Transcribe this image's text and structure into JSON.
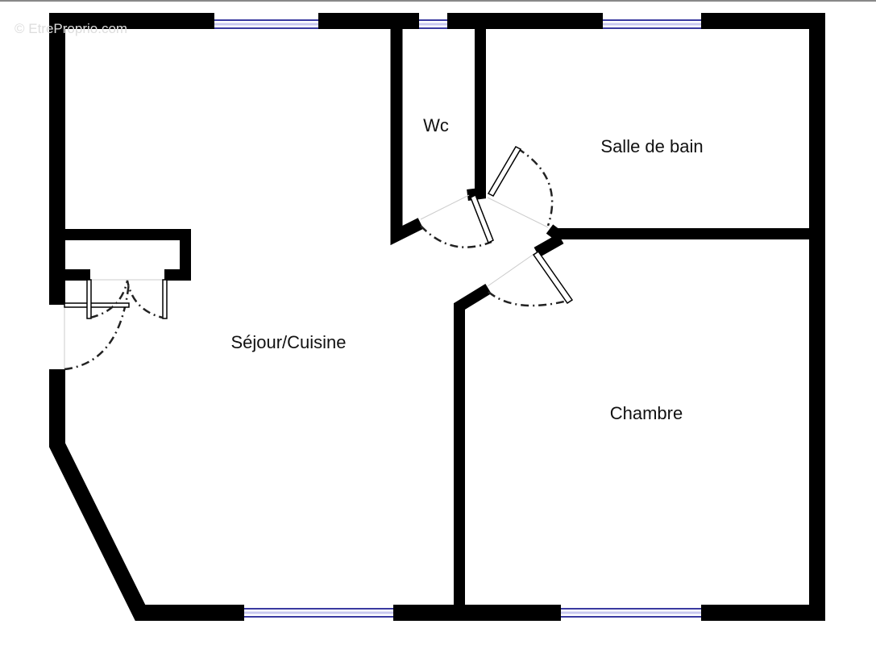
{
  "watermark": "© EtreProprio.com",
  "rooms": {
    "wc": "Wc",
    "bathroom": "Salle de bain",
    "living": "Séjour/Cuisine",
    "bedroom": "Chambre"
  },
  "colors": {
    "wall": "#000000",
    "window": "#3a3aa0"
  }
}
